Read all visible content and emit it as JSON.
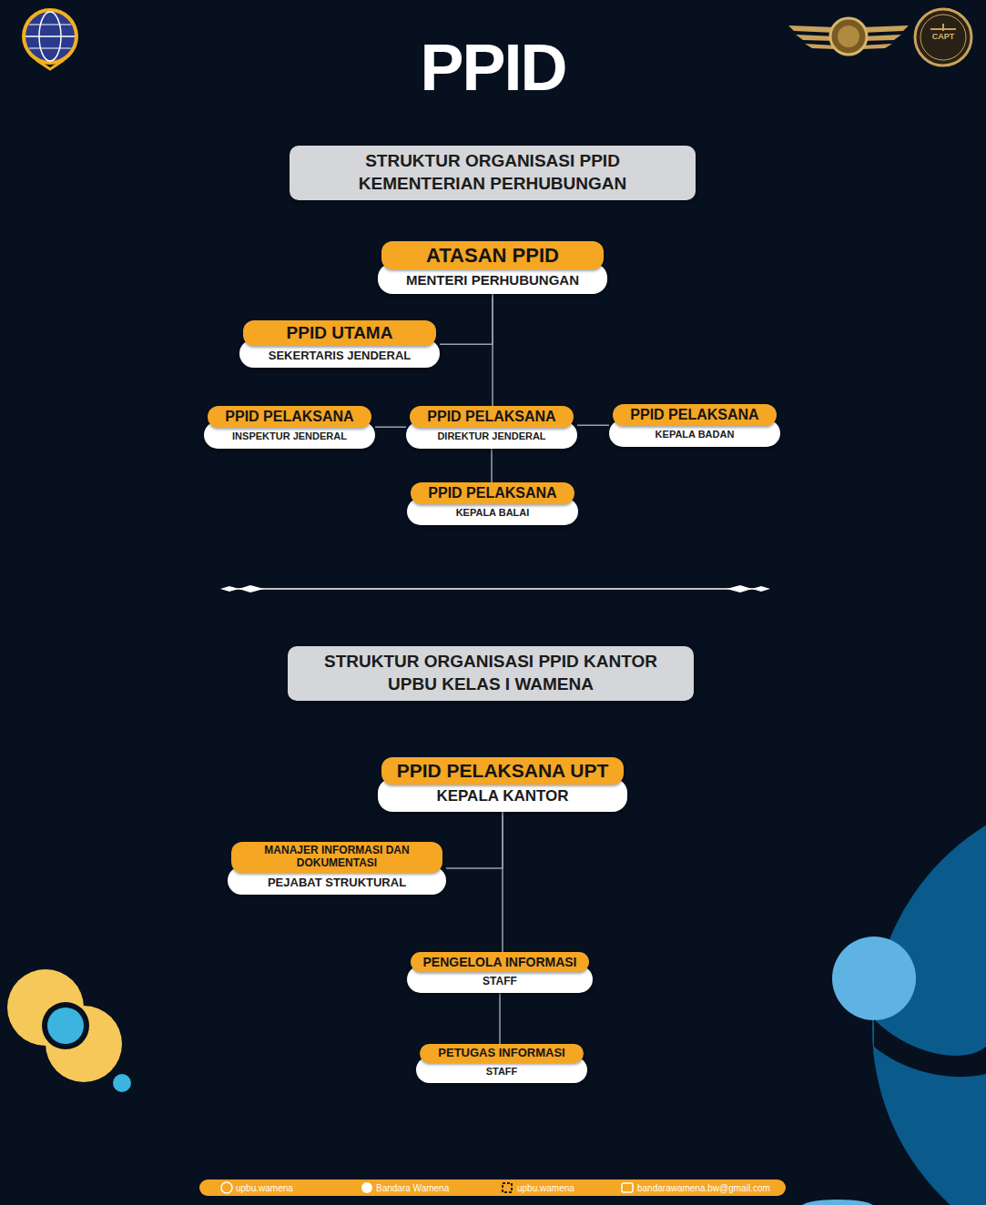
{
  "diagram": {
    "title": "PPID",
    "nodes": [
      {
        "text": [
          "STRUKTUR ORGANISASI PPID KEMENTERIAN PERHUBUNGAN"
        ]
      },
      {
        "text": [
          "ATASAN PPID",
          "MENTERI PERHUBUNGAN"
        ]
      },
      {
        "text": [
          "PPID UTAMA",
          "SEKERTARIS JENDERAL"
        ]
      },
      {
        "text": [
          "PPID PELAKSANA",
          "INSPEKTUR JENDERAL"
        ]
      },
      {
        "text": [
          "PPID PELAKSANA",
          "DIREKTUR JENDERAL"
        ]
      },
      {
        "text": [
          "PPID PELAKSANA",
          "KEPALA BADAN"
        ]
      },
      {
        "text": [
          "PPID PELAKSANA",
          "KEPALA BALAI"
        ]
      },
      {
        "text": [
          "STRUKTUR ORGANISASI PPID KANTOR UPBU KELAS I WAMENA"
        ]
      },
      {
        "text": [
          "PPID PELAKSANA UPT",
          "KEPALA KANTOR"
        ]
      },
      {
        "text": [
          "MANAJER INFORMASI DAN DOKUMENTASI",
          "PEJABAT STRUKTURAL"
        ]
      },
      {
        "text": [
          "PENGELOLA INFORMASI",
          "STAFF"
        ]
      },
      {
        "text": [
          "PETUGAS INFORMASI",
          "STAFF"
        ]
      }
    ],
    "edges": [
      {
        "from": 1,
        "to": 2,
        "arrow": "none"
      },
      {
        "from": 1,
        "to": 4,
        "arrow": "none"
      },
      {
        "from": 4,
        "to": 3,
        "arrow": "none"
      },
      {
        "from": 4,
        "to": 5,
        "arrow": "none"
      },
      {
        "from": 4,
        "to": 6,
        "arrow": "none"
      },
      {
        "from": 8,
        "to": 9,
        "arrow": "none"
      },
      {
        "from": 8,
        "to": 10,
        "arrow": "none"
      },
      {
        "from": 10,
        "to": 11,
        "arrow": "none"
      }
    ],
    "labels": [
      "CAPT",
      "upbu.wamena",
      "Bandara Wamena",
      "upbu.wamena",
      "bandarawamena.bw@gmail.com"
    ]
  }
}
